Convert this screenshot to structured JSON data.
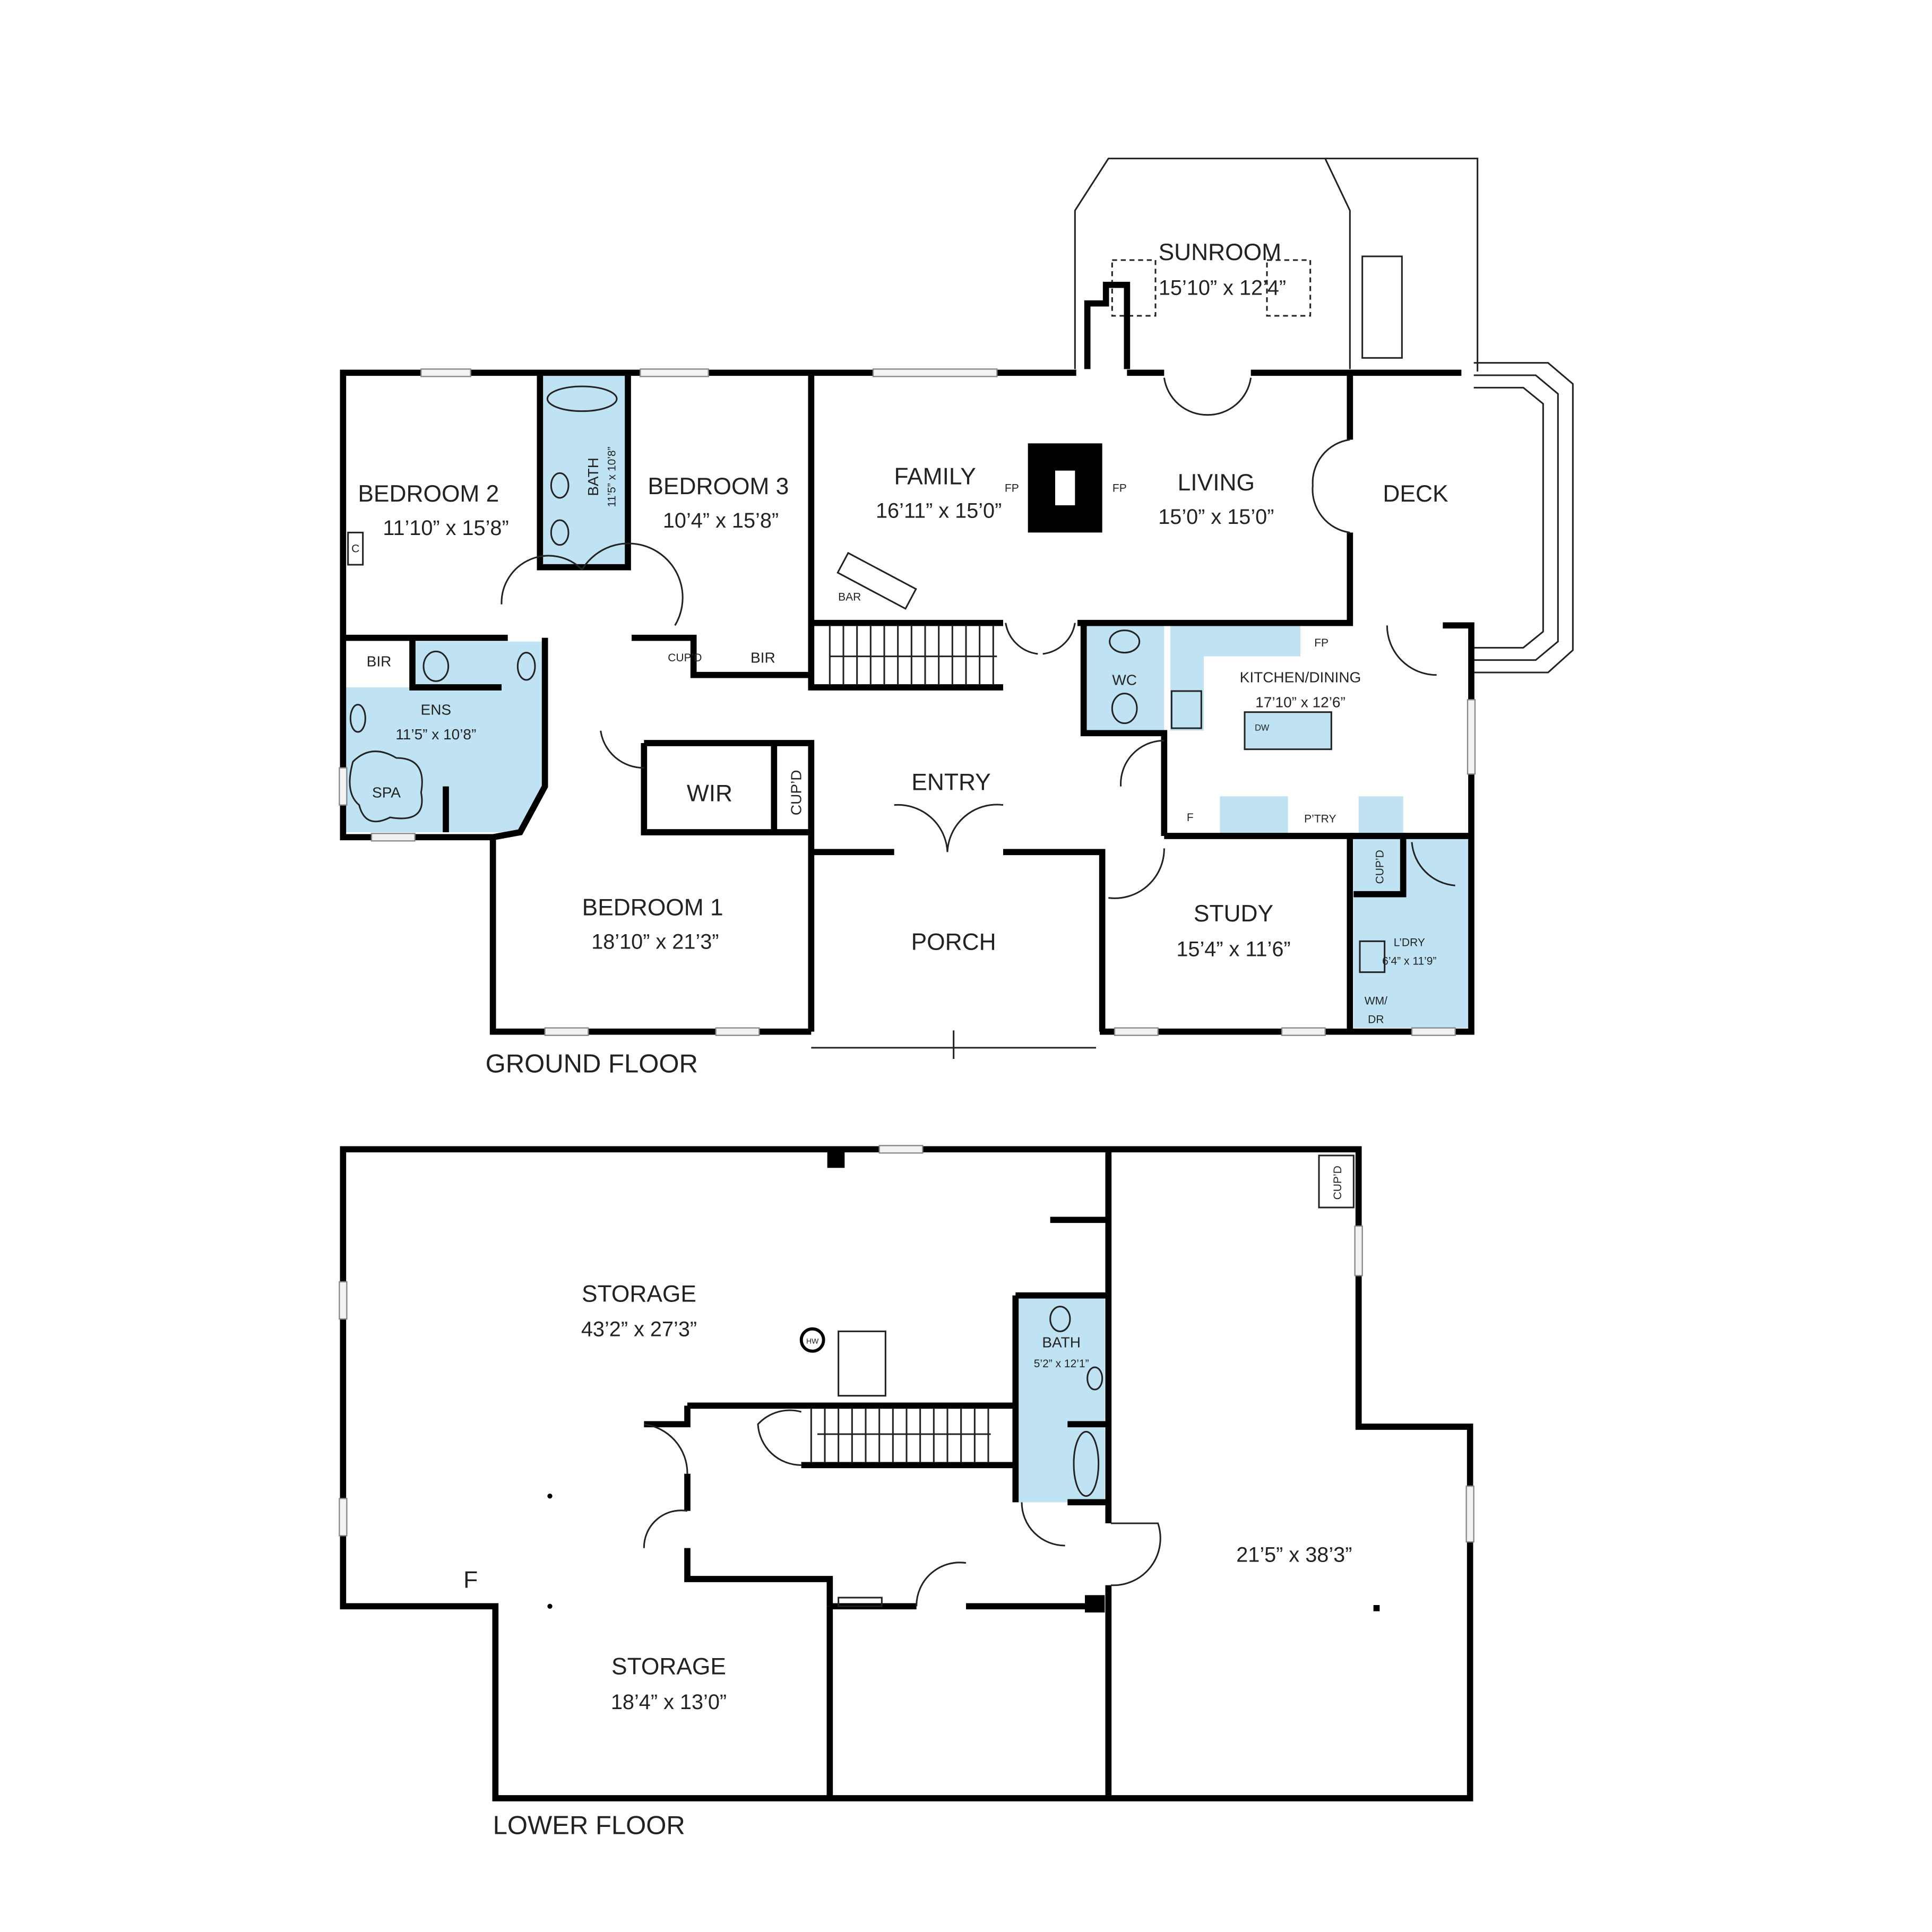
{
  "ground_floor": {
    "title": "GROUND FLOOR",
    "rooms": {
      "sunroom": {
        "name": "SUNROOM",
        "size": "15’10” x 12’4”"
      },
      "bedroom2": {
        "name": "BEDROOM 2",
        "size": "11’10” x 15’8”"
      },
      "bath": {
        "name": "BATH",
        "size": "11’5” x 10’8”"
      },
      "bedroom3": {
        "name": "BEDROOM 3",
        "size": "10’4” x 15’8”"
      },
      "family": {
        "name": "FAMILY",
        "size": "16’11” x 15’0”"
      },
      "living": {
        "name": "LIVING",
        "size": "15’0” x 15’0”"
      },
      "deck": {
        "name": "DECK"
      },
      "kitchen": {
        "name": "KITCHEN/DINING",
        "size": "17’10” x 12’6”"
      },
      "ensuite": {
        "name": "ENS",
        "size": "11’5” x 10’8”"
      },
      "bedroom1": {
        "name": "BEDROOM 1",
        "size": "18’10” x 21’3”"
      },
      "entry": {
        "name": "ENTRY"
      },
      "porch": {
        "name": "PORCH"
      },
      "study": {
        "name": "STUDY",
        "size": "15’4” x 11’6”"
      },
      "laundry": {
        "name": "L’DRY",
        "size": "6’4” x 11’9”"
      }
    },
    "fixtures": {
      "fp1": "FP",
      "fp2": "FP",
      "fp3": "FP",
      "bar": "BAR",
      "closet": "C",
      "bir1": "BIR",
      "bir2": "BIR",
      "cupd1": "CUP’D",
      "cupd2": "CUP’D",
      "cupd3": "CUP’D",
      "wc": "WC",
      "dw": "DW",
      "spa": "SPA",
      "wir": "WIR",
      "fridge": "F",
      "pantry": "P’TRY",
      "wm": "WM/",
      "dr": "DR"
    }
  },
  "lower_floor": {
    "title": "LOWER FLOOR",
    "rooms": {
      "storage1": {
        "name": "STORAGE",
        "size": "43’2” x 27’3”"
      },
      "bath": {
        "name": "BATH",
        "size": "5’2” x 12’1”"
      },
      "room": {
        "size": "21’5” x 38’3”"
      },
      "storage2": {
        "name": "STORAGE",
        "size": "18’4” x 13’0”"
      }
    },
    "fixtures": {
      "hw": "HW",
      "fridge": "F",
      "cupd": "CUP’D"
    }
  },
  "colors": {
    "wet_area": "#bfe3f2",
    "wall": "#000000"
  }
}
